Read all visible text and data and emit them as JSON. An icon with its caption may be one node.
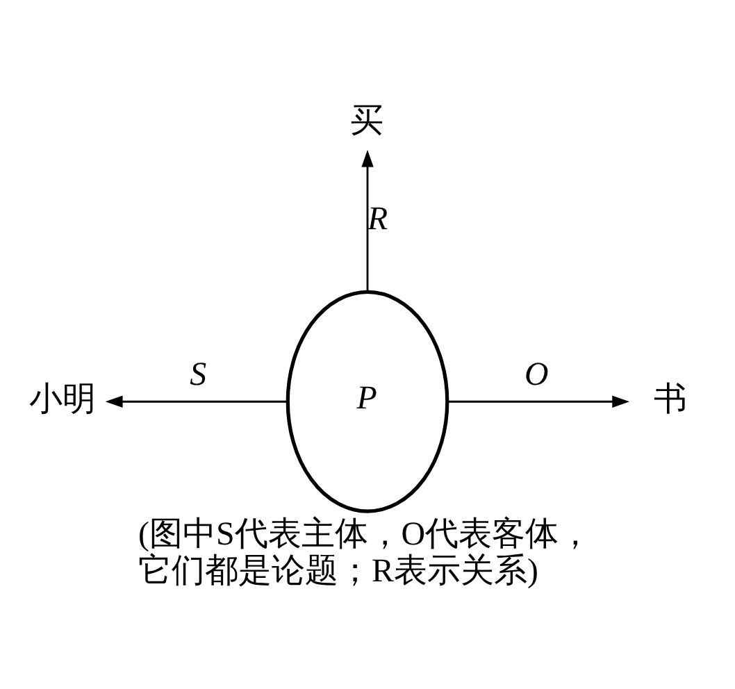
{
  "diagram": {
    "caption": "(图中S代表主体，O代表客体，它们都是论题；R表示关系)",
    "nodes": [
      {
        "text": [
          "买"
        ]
      },
      {
        "text": [
          "小明"
        ]
      },
      {
        "text": [
          "P"
        ]
      },
      {
        "text": [
          "书"
        ]
      }
    ],
    "edges": [
      {
        "from": 2,
        "to": 0,
        "arrow": "to",
        "label": "R"
      },
      {
        "from": 2,
        "to": 1,
        "arrow": "to",
        "label": "S"
      },
      {
        "from": 2,
        "to": 3,
        "arrow": "to",
        "label": "O"
      }
    ]
  }
}
